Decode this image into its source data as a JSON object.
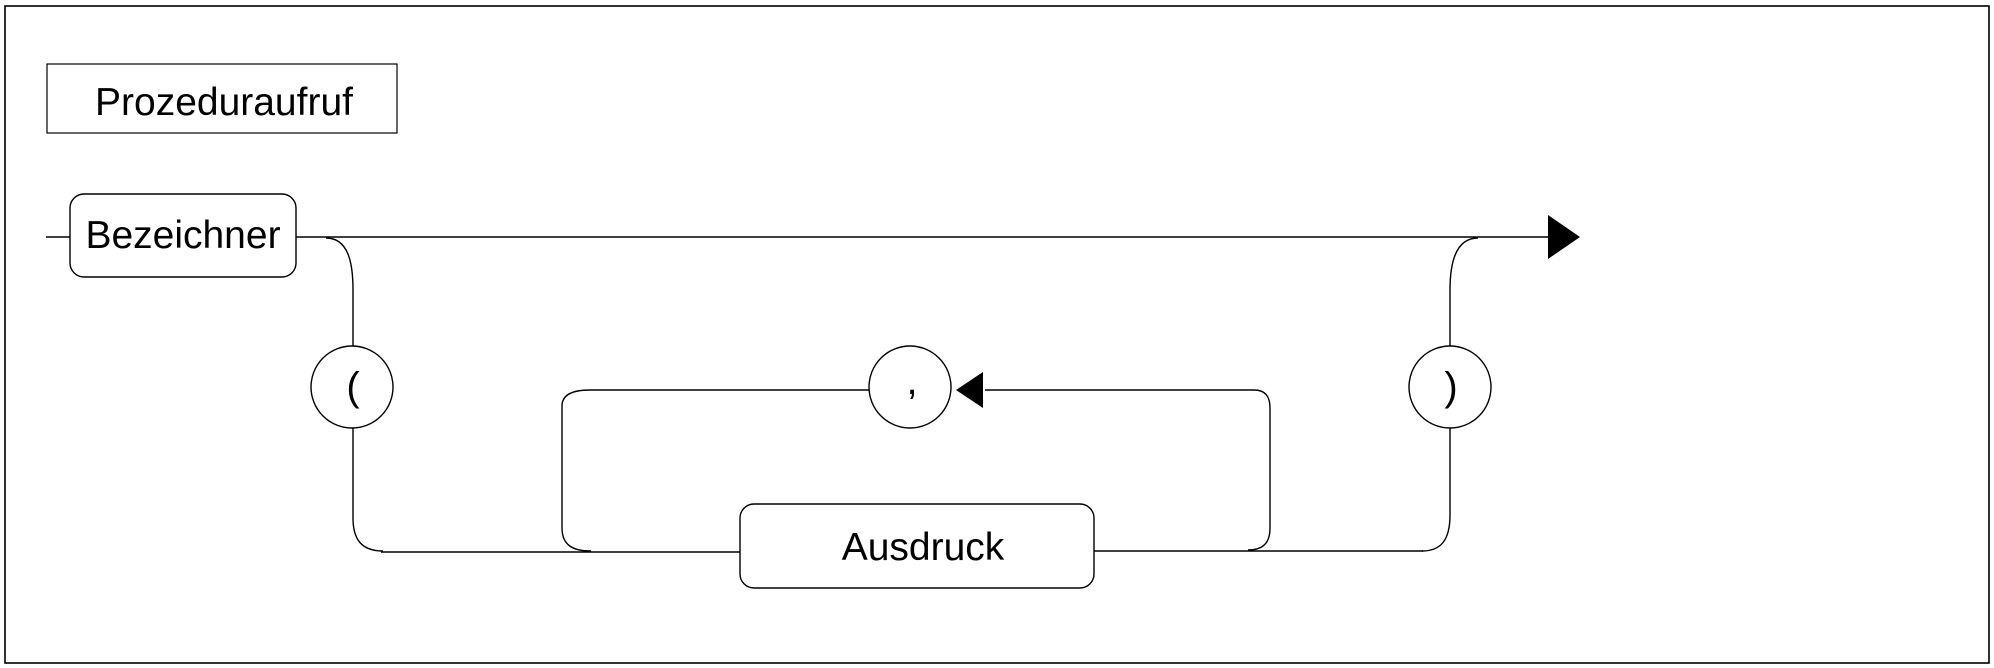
{
  "diagram": {
    "title": "Prozeduraufruf",
    "nonterminals": {
      "identifier": "Bezeichner",
      "expression": "Ausdruck"
    },
    "terminals": {
      "open_paren": "(",
      "comma": ",",
      "close_paren": ")"
    }
  }
}
